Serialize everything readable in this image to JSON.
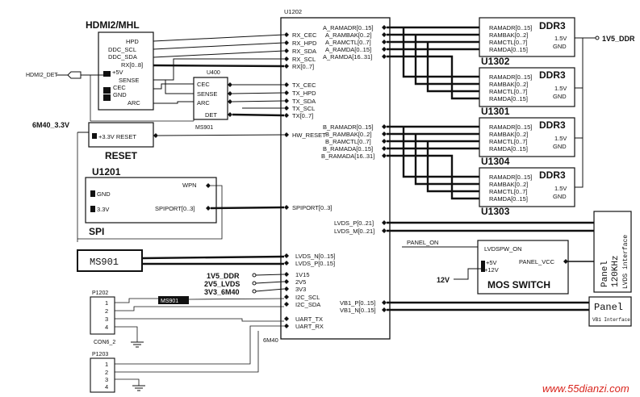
{
  "main_ic": {
    "ref": "U1202",
    "part": "6M40",
    "pins_left": {
      "rx_cec": "RX_CEC",
      "rx_hpd": "RX_HPD",
      "rx_sda": "RX_SDA",
      "rx_scl": "RX_SCL",
      "rx": "RX[0..7]",
      "tx_cec": "TX_CEC",
      "tx_hpd": "TX_HPD",
      "tx_sda": "TX_SDA",
      "tx_scl": "TX_SCL",
      "tx": "TX[0..7]",
      "hw_reset": "HW_RESET",
      "spiport": "SPIPORT[0..3]",
      "lvds_n": "LVDS_N[0..15]",
      "lvds_p": "LVDS_P[0..15]",
      "p1v15": "1V15",
      "p2v5": "2V5",
      "p3v3": "3V3",
      "i2c_scl": "I2C_SCL",
      "i2c_sda": "I2C_SDA",
      "uart_tx": "UART_TX",
      "uart_rx": "UART_RX"
    },
    "pins_right": {
      "a_ramadr": "A_RAMADR[0..15]",
      "a_rambak": "A_RAMBAK[0..2]",
      "a_ramctl": "A_RAMCTL[0..7]",
      "a_ramda_lo": "A_RAMDA[0..15]",
      "a_ramda_hi": "A_RAMDA[16..31]",
      "b_ramadr": "B_RAMADR[0..15]",
      "b_rambak": "B_RAMBAK[0..2]",
      "b_ramctl": "B_RAMCTL[0..7]",
      "b_ramda_lo": "B_RAMADA[0..15]",
      "b_ramda_hi": "B_RAMADA[16..31]",
      "lvds_p": "LVDS_P[0..21]",
      "lvds_m": "LVDS_M[0..21]",
      "vb1_p": "VB1_P[0..15]",
      "vb1_n": "VB1_N[0..15]"
    }
  },
  "hdmi": {
    "title": "HDMI2/MHL",
    "det_label": "HDMI2_DET",
    "pins": {
      "hpd": "HPD",
      "ddc_scl": "DDC_SCL",
      "ddc_sda": "DDC_SDA",
      "rx": "RX[0..8]",
      "p5v": "+5V",
      "sense": "SENSE",
      "cec": "CEC",
      "gnd": "GND",
      "arc": "ARC"
    }
  },
  "u400": {
    "ref": "U400",
    "part": "MS901",
    "pins": {
      "cec": "CEC",
      "sense": "SENSE",
      "arc": "ARC",
      "det": "DET"
    }
  },
  "reset": {
    "supply": "6M40_3.3V",
    "pin": "+3.3V RESET",
    "title": "RESET"
  },
  "spi": {
    "ref": "U1201",
    "title": "SPI",
    "pins": {
      "gnd": "GND",
      "v33": "3.3V",
      "wpn": "WPN",
      "spiport": "SPIPORT[0..3]"
    }
  },
  "ms901_label": "MS901",
  "power_rails": {
    "ddr": "1V5_DDR",
    "lvds": "2V5_LVDS",
    "v6m40": "3V3_6M40"
  },
  "ms901_small": "MS901",
  "p1202": {
    "ref": "P1202",
    "part": "CON6_2",
    "pins": [
      "1",
      "2",
      "3",
      "4"
    ]
  },
  "p1203": {
    "ref": "P1203",
    "pins": [
      "1",
      "2",
      "3",
      "4"
    ]
  },
  "ddr_chips": [
    {
      "ref": "U1302",
      "title": "DDR3",
      "pins": {
        "adr": "RAMADR[0..15]",
        "bak": "RAMBAK[0..2]",
        "ctl": "RAMCTL[0..7]",
        "da": "RAMDA[0..15]",
        "v15": "1.5V",
        "gnd": "GND"
      }
    },
    {
      "ref": "U1301",
      "title": "DDR3",
      "pins": {
        "adr": "RAMADR[0..15]",
        "bak": "RAMBAK[0..2]",
        "ctl": "RAMCTL[0..7]",
        "da": "RAMDA[0..15]",
        "v15": "1.5V",
        "gnd": "GND"
      }
    },
    {
      "ref": "U1304",
      "title": "DDR3",
      "pins": {
        "adr": "RAMADR[0..15]",
        "bak": "RAMBAK[0..2]",
        "ctl": "RAMCTL[0..7]",
        "da": "RAMDA[0..15]",
        "v15": "1.5V",
        "gnd": "GND"
      }
    },
    {
      "ref": "U1303",
      "title": "DDR3",
      "pins": {
        "adr": "RAMADR[0..15]",
        "bak": "RAMBAK[0..2]",
        "ctl": "RAMCTL[0..7]",
        "da": "RAMDA[0..15]",
        "v15": "1.5V",
        "gnd": "GND"
      }
    }
  ],
  "ddr_rail": "1V5_DDR",
  "mos": {
    "title": "MOS SWITCH",
    "panel_on": "PANEL_ON",
    "lvdspw_on": "LVDSPW_ON",
    "p5v": "+5V",
    "p12v": "+12V",
    "panel_vcc": "PANEL_VCC",
    "supply": "12V"
  },
  "panel_lvds": {
    "line1": "Panel",
    "line2": "120KHz",
    "line3": "LVDS interface"
  },
  "panel_vb1": {
    "title": "Panel",
    "sub": "VB1 Interface"
  },
  "watermark": "www.55dianzi.com"
}
